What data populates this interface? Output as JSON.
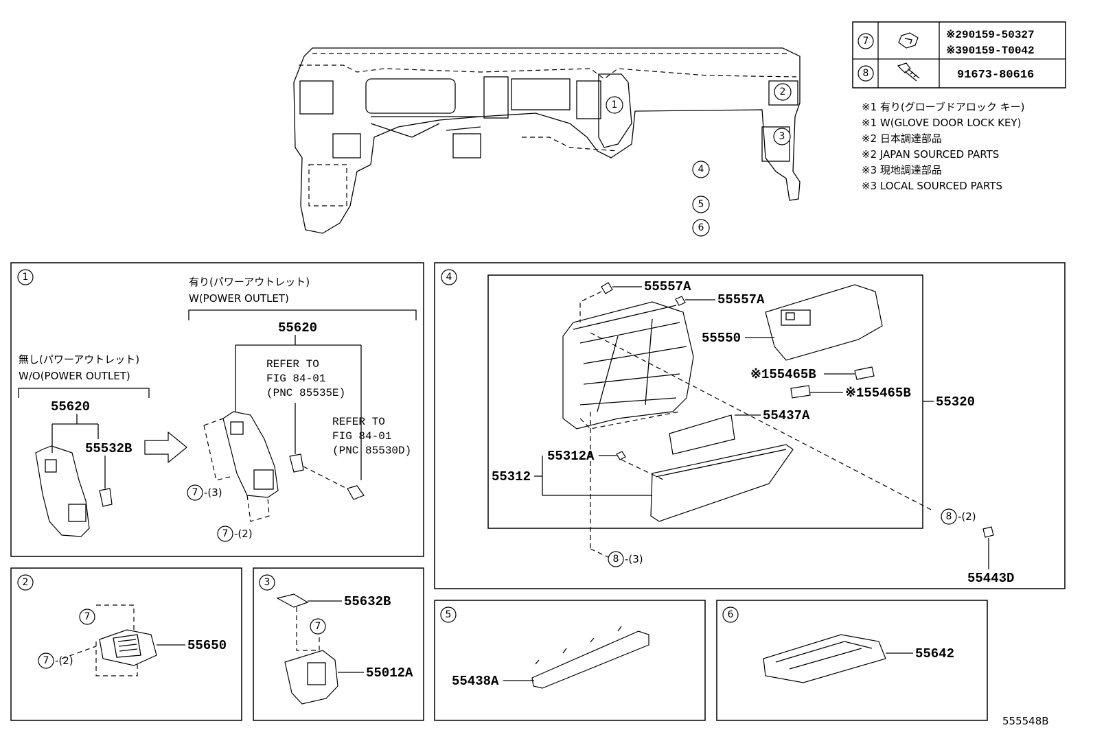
{
  "fastener_table": {
    "rows": [
      {
        "key": "7",
        "codes": [
          "※290159-50327",
          "※390159-T0042"
        ]
      },
      {
        "key": "8",
        "codes": [
          "91673-80616"
        ]
      }
    ]
  },
  "notes": [
    "※1 有り(グローブドアロック キー)",
    "※1 W(GLOVE DOOR LOCK KEY)",
    "※2 日本調達部品",
    "※2 JAPAN SOURCED PARTS",
    "※3 現地調達部品",
    "※3 LOCAL SOURCED PARTS"
  ],
  "overview_callouts": [
    "1",
    "2",
    "3",
    "4",
    "5",
    "6"
  ],
  "panel1": {
    "number": "1",
    "with_jp": "有り(パワーアウトレット)",
    "with_en": "W(POWER OUTLET)",
    "without_jp": "無し(パワーアウトレット)",
    "without_en": "W/O(POWER OUTLET)",
    "part_55620_left": "55620",
    "part_55532B": "55532B",
    "part_55620_right": "55620",
    "refer1": [
      "REFER TO",
      "FIG 84-01",
      "(PNC 85535E)"
    ],
    "refer2": [
      "REFER TO",
      "FIG 84-01",
      "(PNC 85530D)"
    ],
    "fast_a_key": "7",
    "fast_a_qty": "-(3)",
    "fast_b_key": "7",
    "fast_b_qty": "-(2)"
  },
  "panel2": {
    "number": "2",
    "part": "55650",
    "fast_a_key": "7",
    "fast_b_key": "7",
    "fast_b_qty": "-(2)"
  },
  "panel3": {
    "number": "3",
    "part_a": "55632B",
    "part_b": "55012A",
    "fast_key": "7"
  },
  "panel4": {
    "number": "4",
    "p55557A_1": "55557A",
    "p55557A_2": "55557A",
    "p55550": "55550",
    "p55465B_1": "※155465B",
    "p55465B_2": "※155465B",
    "p55320": "55320",
    "p55437A": "55437A",
    "p55312A": "55312A",
    "p55312": "55312",
    "p55443D": "55443D",
    "fast_a_key": "8",
    "fast_a_qty": "-(2)",
    "fast_b_key": "8",
    "fast_b_qty": "-(3)"
  },
  "panel5": {
    "number": "5",
    "part": "55438A"
  },
  "panel6": {
    "number": "6",
    "part": "55642"
  },
  "figure_id": "555548B"
}
